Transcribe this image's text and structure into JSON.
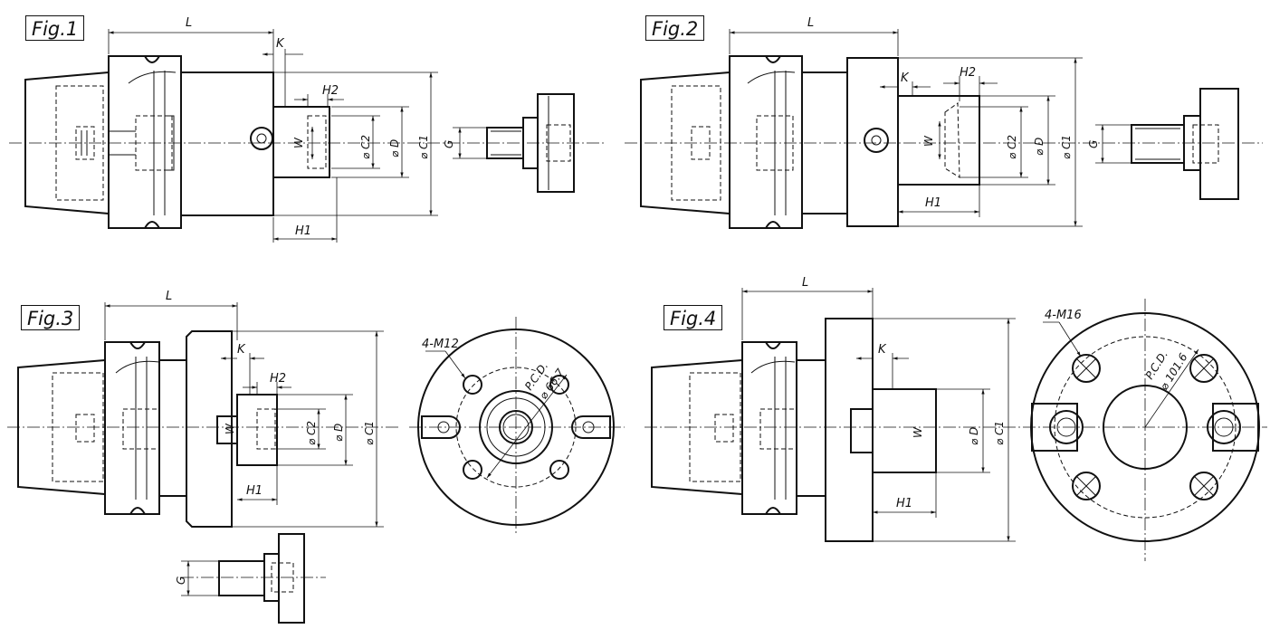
{
  "figures": [
    {
      "id": "fig1",
      "label": "Fig.1"
    },
    {
      "id": "fig2",
      "label": "Fig.2"
    },
    {
      "id": "fig3",
      "label": "Fig.3"
    },
    {
      "id": "fig4",
      "label": "Fig.4"
    }
  ],
  "dimensions": {
    "L": "L",
    "K": "K",
    "H1": "H1",
    "H2": "H2",
    "W": "W",
    "G": "G",
    "C1": "⌀ C1",
    "C2": "⌀ C2",
    "D": "⌀ D"
  },
  "flange3": {
    "thread": "4-M12",
    "pcd_label": "P.C.D.",
    "pcd_value": "⌀ 66.7"
  },
  "flange4": {
    "thread": "4-M16",
    "pcd_label": "P.C.D.",
    "pcd_value": "⌀ 101.6"
  }
}
